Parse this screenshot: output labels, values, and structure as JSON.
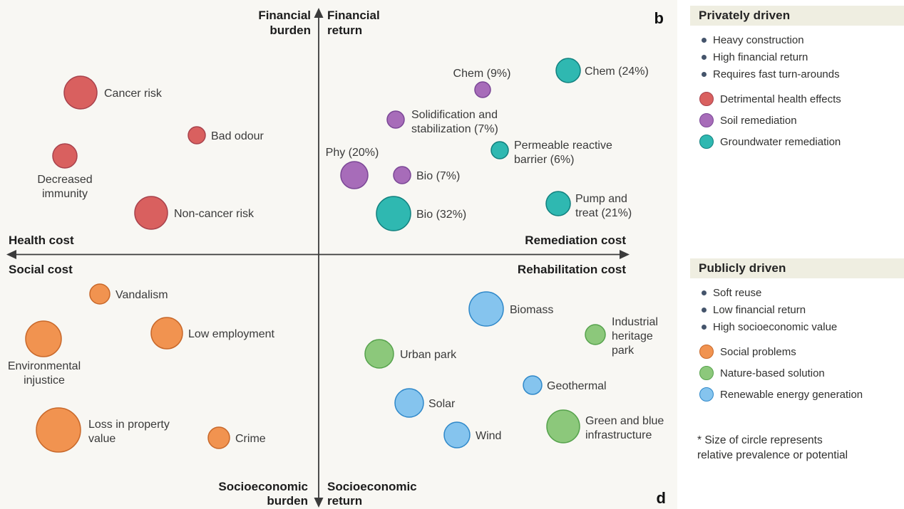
{
  "colors": {
    "chart_background": "#f8f7f3",
    "panel_background": "#ffffff",
    "panel_header_background": "#efeee1",
    "bullet_dot": "#44546b",
    "axis": "#3b3b3b",
    "label_text": "#3a3a3a"
  },
  "chart_data": {
    "type": "scatter",
    "subtype": "bubble-quadrant",
    "size_note": "Size of circle represents relative prevalence or potential",
    "panel_letters": [
      {
        "text": "b",
        "x": 931,
        "y": 33
      },
      {
        "text": "d",
        "x": 934,
        "y": 707
      }
    ],
    "axis_labels": [
      {
        "name": "financial-burden",
        "lines": [
          "Financial",
          "burden"
        ],
        "x": 436,
        "y": 27,
        "anchor": "end",
        "lh": 21
      },
      {
        "name": "financial-return",
        "lines": [
          "Financial",
          "return"
        ],
        "x": 459,
        "y": 27,
        "anchor": "start",
        "lh": 21
      },
      {
        "name": "health-cost",
        "lines": [
          "Health cost"
        ],
        "x": 12,
        "y": 343,
        "anchor": "start"
      },
      {
        "name": "social-cost",
        "lines": [
          "Social cost"
        ],
        "x": 12,
        "y": 384,
        "anchor": "start"
      },
      {
        "name": "remediation-cost",
        "lines": [
          "Remediation cost"
        ],
        "x": 878,
        "y": 343,
        "anchor": "end"
      },
      {
        "name": "rehabilitation-cost",
        "lines": [
          "Rehabilitation cost"
        ],
        "x": 878,
        "y": 384,
        "anchor": "end"
      },
      {
        "name": "socioeconomic-burden",
        "lines": [
          "Socioeconomic",
          "burden"
        ],
        "x": 432,
        "y": 689,
        "anchor": "end",
        "lh": 20
      },
      {
        "name": "socioeconomic-return",
        "lines": [
          "Socioeconomic",
          "return"
        ],
        "x": 459,
        "y": 689,
        "anchor": "start",
        "lh": 20
      }
    ],
    "palette": {
      "red": {
        "fill": "#d9605f",
        "stroke": "#a8424c"
      },
      "purple": {
        "fill": "#a76cb9",
        "stroke": "#7b4796"
      },
      "teal": {
        "fill": "#2fb8b1",
        "stroke": "#11807e"
      },
      "orange": {
        "fill": "#f19350",
        "stroke": "#c8682a"
      },
      "green": {
        "fill": "#8cc87b",
        "stroke": "#56a24c"
      },
      "blue": {
        "fill": "#85c4ee",
        "stroke": "#2f88c9"
      }
    },
    "series": [
      {
        "name": "Detrimental health effects",
        "color_key": "red",
        "points": [
          {
            "label": "Cancer risk",
            "lines": [
              "Cancer risk"
            ],
            "cx": 113,
            "cy": 130,
            "r": 23,
            "lx": 146,
            "ly": 136,
            "anchor": "start"
          },
          {
            "label": "Bad odour",
            "lines": [
              "Bad odour"
            ],
            "cx": 276,
            "cy": 190,
            "r": 12,
            "lx": 296,
            "ly": 196,
            "anchor": "start"
          },
          {
            "label": "Decreased immunity",
            "lines": [
              "Decreased",
              "immunity"
            ],
            "cx": 91,
            "cy": 219,
            "r": 17,
            "lx": 91,
            "ly": 257,
            "anchor": "middle",
            "lh": 20
          },
          {
            "label": "Non-cancer risk",
            "lines": [
              "Non-cancer risk"
            ],
            "cx": 212,
            "cy": 299,
            "r": 23,
            "lx": 244,
            "ly": 305,
            "anchor": "start"
          }
        ]
      },
      {
        "name": "Soil remediation",
        "color_key": "purple",
        "points": [
          {
            "label": "Chem (9%)",
            "value_pct": 9,
            "lines": [
              "Chem (9%)"
            ],
            "cx": 677,
            "cy": 126,
            "r": 11,
            "lx": 676,
            "ly": 108,
            "anchor": "middle"
          },
          {
            "label": "Solidification and stabilization (7%)",
            "value_pct": 7,
            "lines": [
              "Solidification and",
              "stabilization (7%)"
            ],
            "cx": 555,
            "cy": 168,
            "r": 12,
            "lx": 577,
            "ly": 166,
            "anchor": "start",
            "lh": 20
          },
          {
            "label": "Phy (20%)",
            "value_pct": 20,
            "lines": [
              "Phy (20%)"
            ],
            "cx": 497,
            "cy": 246,
            "r": 19,
            "lx": 494,
            "ly": 219,
            "anchor": "middle"
          },
          {
            "label": "Bio (7%)",
            "value_pct": 7,
            "lines": [
              "Bio (7%)"
            ],
            "cx": 564,
            "cy": 246,
            "r": 12,
            "lx": 584,
            "ly": 252,
            "anchor": "start"
          }
        ]
      },
      {
        "name": "Groundwater remediation",
        "color_key": "teal",
        "points": [
          {
            "label": "Chem (24%)",
            "value_pct": 24,
            "lines": [
              "Chem (24%)"
            ],
            "cx": 797,
            "cy": 99,
            "r": 17,
            "lx": 820,
            "ly": 105,
            "anchor": "start"
          },
          {
            "label": "Permeable reactive barrier (6%)",
            "value_pct": 6,
            "lines": [
              "Permeable reactive",
              "barrier (6%)"
            ],
            "cx": 701,
            "cy": 211,
            "r": 12,
            "lx": 721,
            "ly": 209,
            "anchor": "start",
            "lh": 20
          },
          {
            "label": "Bio (32%)",
            "value_pct": 32,
            "lines": [
              "Bio (32%)"
            ],
            "cx": 552,
            "cy": 300,
            "r": 24,
            "lx": 584,
            "ly": 306,
            "anchor": "start"
          },
          {
            "label": "Pump and treat (21%)",
            "value_pct": 21,
            "lines": [
              "Pump and",
              "treat (21%)"
            ],
            "cx": 783,
            "cy": 286,
            "r": 17,
            "lx": 807,
            "ly": 284,
            "anchor": "start",
            "lh": 20
          }
        ]
      },
      {
        "name": "Social problems",
        "color_key": "orange",
        "points": [
          {
            "label": "Vandalism",
            "lines": [
              "Vandalism"
            ],
            "cx": 140,
            "cy": 413,
            "r": 14,
            "lx": 162,
            "ly": 419,
            "anchor": "start"
          },
          {
            "label": "Environmental injustice",
            "lines": [
              "Environmental",
              "injustice"
            ],
            "cx": 61,
            "cy": 476,
            "r": 25,
            "lx": 62,
            "ly": 519,
            "anchor": "middle",
            "lh": 20
          },
          {
            "label": "Low employment",
            "lines": [
              "Low employment"
            ],
            "cx": 234,
            "cy": 468,
            "r": 22,
            "lx": 264,
            "ly": 474,
            "anchor": "start"
          },
          {
            "label": "Loss in property value",
            "lines": [
              "Loss in property",
              "value"
            ],
            "cx": 82,
            "cy": 604,
            "r": 31,
            "lx": 124,
            "ly": 601,
            "anchor": "start",
            "lh": 20
          },
          {
            "label": "Crime",
            "lines": [
              "Crime"
            ],
            "cx": 307,
            "cy": 615,
            "r": 15,
            "lx": 330,
            "ly": 621,
            "anchor": "start"
          }
        ]
      },
      {
        "name": "Nature-based solution",
        "color_key": "green",
        "points": [
          {
            "label": "Urban park",
            "lines": [
              "Urban park"
            ],
            "cx": 532,
            "cy": 497,
            "r": 20,
            "lx": 561,
            "ly": 503,
            "anchor": "start"
          },
          {
            "label": "Industrial heritage park",
            "lines": [
              "Industrial",
              "heritage",
              "park"
            ],
            "cx": 835,
            "cy": 470,
            "r": 14,
            "lx": 858,
            "ly": 457,
            "anchor": "start",
            "lh": 20
          },
          {
            "label": "Green and blue infrastructure",
            "lines": [
              "Green and blue",
              "infrastructure"
            ],
            "cx": 790,
            "cy": 599,
            "r": 23,
            "lx": 821,
            "ly": 596,
            "anchor": "start",
            "lh": 20
          }
        ]
      },
      {
        "name": "Renewable energy generation",
        "color_key": "blue",
        "points": [
          {
            "label": "Biomass",
            "lines": [
              "Biomass"
            ],
            "cx": 682,
            "cy": 434,
            "r": 24,
            "lx": 715,
            "ly": 440,
            "anchor": "start"
          },
          {
            "label": "Geothermal",
            "lines": [
              "Geothermal"
            ],
            "cx": 747,
            "cy": 541,
            "r": 13,
            "lx": 767,
            "ly": 547,
            "anchor": "start"
          },
          {
            "label": "Solar",
            "lines": [
              "Solar"
            ],
            "cx": 574,
            "cy": 566,
            "r": 20,
            "lx": 601,
            "ly": 572,
            "anchor": "start"
          },
          {
            "label": "Wind",
            "lines": [
              "Wind"
            ],
            "cx": 641,
            "cy": 611,
            "r": 18,
            "lx": 667,
            "ly": 617,
            "anchor": "start"
          }
        ]
      }
    ]
  },
  "panels": [
    {
      "title": "Privately driven",
      "bullets": [
        "Heavy construction",
        "High financial return",
        "Requires fast turn-arounds"
      ],
      "legend": [
        {
          "color_key": "red",
          "label": "Detrimental health effects"
        },
        {
          "color_key": "purple",
          "label": "Soil remediation"
        },
        {
          "color_key": "teal",
          "label": "Groundwater remediation"
        }
      ]
    },
    {
      "title": "Publicly driven",
      "bullets": [
        "Soft reuse",
        "Low financial return",
        "High socioeconomic value"
      ],
      "legend": [
        {
          "color_key": "orange",
          "label": "Social problems"
        },
        {
          "color_key": "green",
          "label": "Nature-based solution"
        },
        {
          "color_key": "blue",
          "label": "Renewable energy generation"
        }
      ]
    }
  ],
  "footnote": [
    "* Size of circle represents",
    "relative prevalence or potential"
  ]
}
